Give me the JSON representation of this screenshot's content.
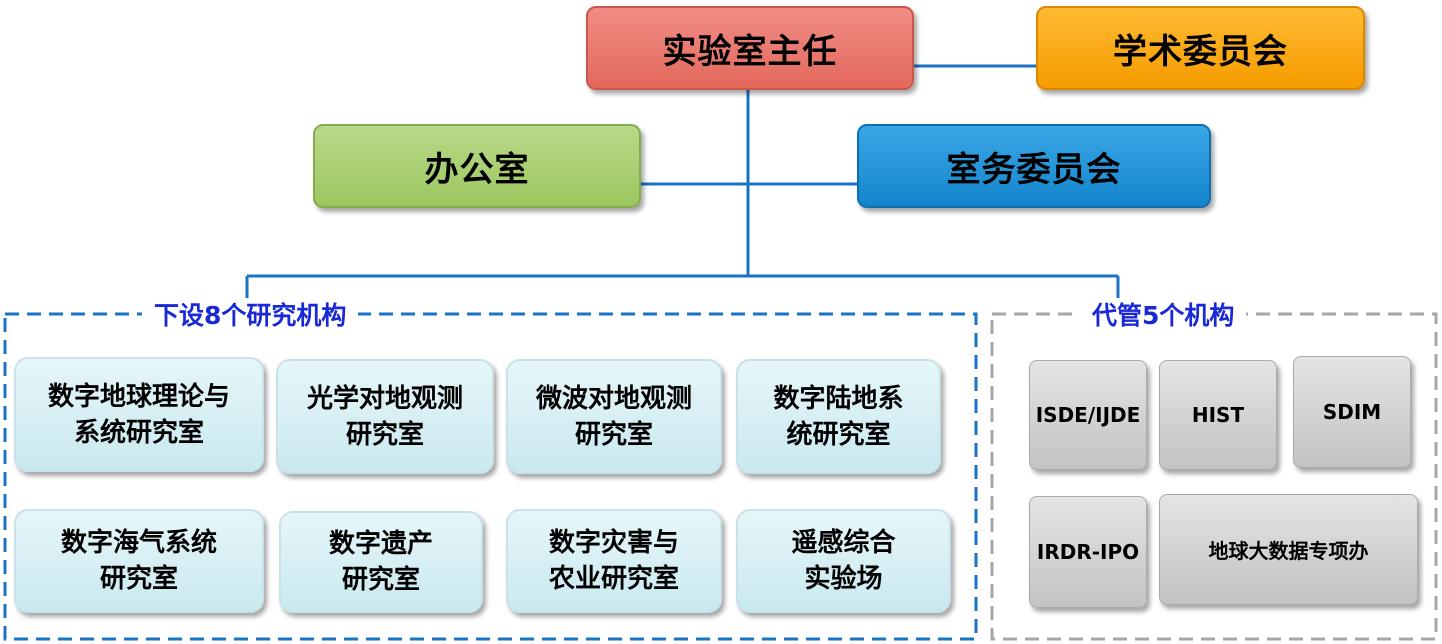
{
  "director": "实验室主任",
  "academic_committee": "学术委员会",
  "office": "办公室",
  "affairs_committee": "室务委员会",
  "institutes_title": "下设8个研究机构",
  "managed_title": "代管5个机构",
  "institutes": [
    {
      "line1": "数字地球理论与",
      "line2": "系统研究室"
    },
    {
      "line1": "光学对地观测",
      "line2": "研究室"
    },
    {
      "line1": "微波对地观测",
      "line2": "研究室"
    },
    {
      "line1": "数字陆地系",
      "line2": "统研究室"
    },
    {
      "line1": "数字海气系统",
      "line2": "研究室"
    },
    {
      "line1": "数字遗产",
      "line2": "研究室"
    },
    {
      "line1": "数字灾害与",
      "line2": "农业研究室"
    },
    {
      "line1": "遥感综合",
      "line2": "实验场"
    }
  ],
  "agencies": [
    "ISDE/IJDE",
    "HIST",
    "SDIM",
    "IRDR-IPO",
    "地球大数据专项办"
  ],
  "colors": {
    "director": "#e96f65",
    "academic_committee": "#f9a41a",
    "office": "#a8cf72",
    "affairs_committee": "#1e8fd6",
    "lab": "#d6eff4",
    "agency": "#cccccc",
    "connector": "#1a73c4",
    "section_title": "#1a29d6",
    "dashed_blue": "#1a73c4",
    "dashed_gray": "#a6a6a6"
  }
}
